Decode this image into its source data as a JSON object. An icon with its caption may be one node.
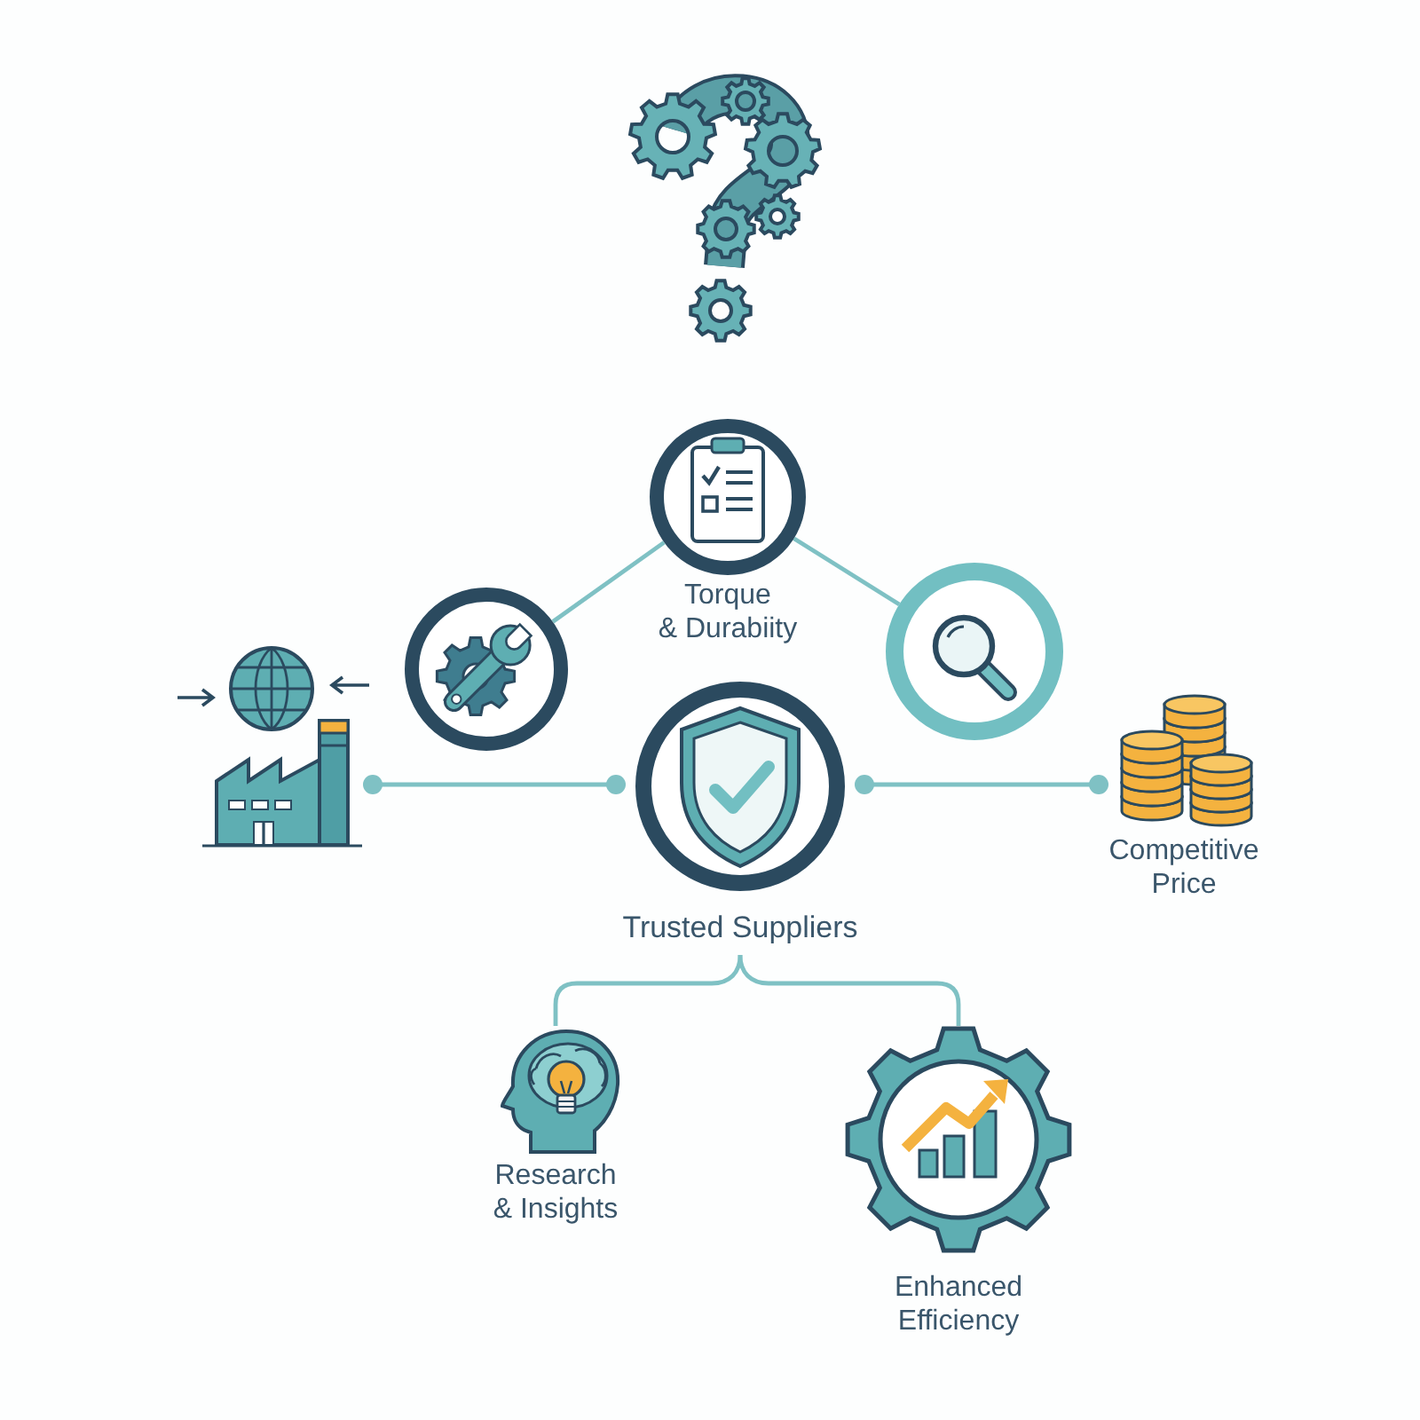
{
  "diagram": {
    "nodes": [
      {
        "text": [
          "Torque & Durabiity"
        ]
      },
      {
        "text": [],
        "shape": "circle"
      },
      {
        "text": [],
        "shape": "circle"
      },
      {
        "text": [],
        "shape": "picture"
      },
      {
        "text": [
          "Trusted Suppliers"
        ]
      },
      {
        "text": [
          "Competitive Price"
        ]
      },
      {
        "text": [
          "Research & Insights"
        ]
      },
      {
        "text": [
          "Enhanced Efficiency"
        ]
      }
    ],
    "edges": [
      {
        "from": 0,
        "to": 1,
        "arrow": "none"
      },
      {
        "from": 0,
        "to": 2,
        "arrow": "none"
      },
      {
        "from": 3,
        "to": 4,
        "arrow": "other"
      },
      {
        "from": 4,
        "to": 5,
        "arrow": "other"
      },
      {
        "from": 4,
        "to": 6,
        "arrow": "none"
      },
      {
        "from": 4,
        "to": 7,
        "arrow": "none"
      }
    ]
  }
}
